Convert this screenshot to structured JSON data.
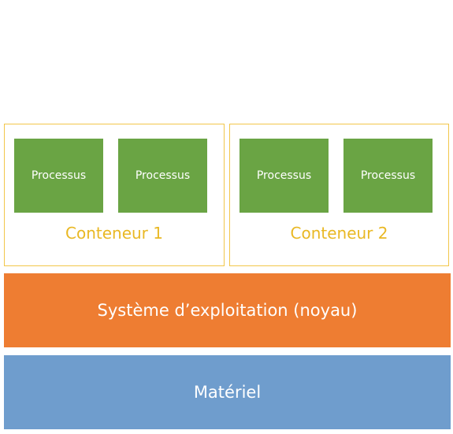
{
  "containers": [
    {
      "label": "Conteneur 1",
      "processes": [
        "Processus",
        "Processus"
      ]
    },
    {
      "label": "Conteneur 2",
      "processes": [
        "Processus",
        "Processus"
      ]
    }
  ],
  "layers": {
    "os": "Système d’exploitation (noyau)",
    "hardware": "Matériel"
  },
  "colors": {
    "process": "#6aa444",
    "container_border": "#f2c64a",
    "container_label": "#e9b824",
    "os": "#ee7d32",
    "hardware": "#6f9dcd"
  }
}
